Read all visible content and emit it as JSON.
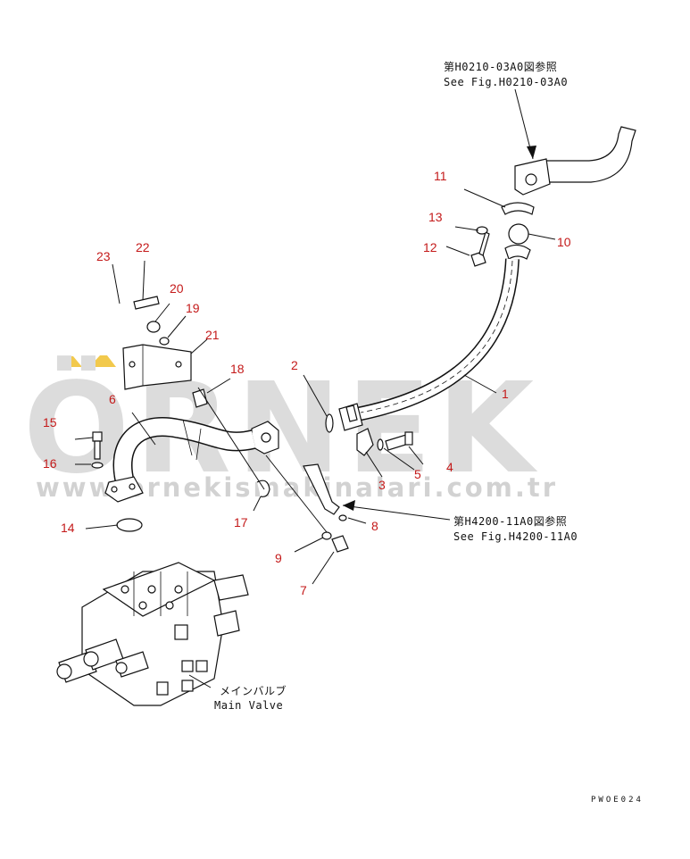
{
  "references": {
    "top_jp": "第H0210-03A0図参照",
    "top_en": "See Fig.H0210-03A0",
    "mid_jp": "第H4200-11A0図参照",
    "mid_en": "See Fig.H4200-11A0"
  },
  "main_valve": {
    "label_jp": "メインバルブ",
    "label_en": "Main Valve"
  },
  "callouts": [
    "1",
    "2",
    "3",
    "4",
    "5",
    "6",
    "7",
    "8",
    "9",
    "10",
    "11",
    "12",
    "13",
    "14",
    "15",
    "16",
    "17",
    "18",
    "19",
    "20",
    "21",
    "22",
    "23"
  ],
  "drawing_code": "PWOE024",
  "watermark": {
    "brand": "ÖRNEK",
    "url": "www.ornekismakinalari.com.tr"
  },
  "colors": {
    "callout": "#c41a1a",
    "line": "#111111",
    "watermark": "#dcdcdc",
    "accent": "#f2c94c"
  }
}
